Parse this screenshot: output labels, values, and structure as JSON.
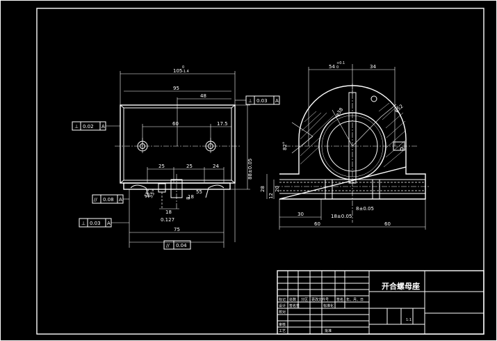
{
  "title_block": {
    "part_name": "开合螺母座",
    "scale": "1:1",
    "headers": [
      "标记",
      "处数",
      "分区",
      "更改文件号",
      "签名",
      "年、月、日"
    ],
    "row_design": [
      "设计",
      "标准化"
    ],
    "row_check": "校对",
    "row_review": "审核",
    "row_process": "工艺",
    "row_approve": "批准",
    "designer_sig": "签名签"
  },
  "front_view": {
    "dims": {
      "overall_width": "105",
      "overall_tol_upper": "0",
      "overall_tol_lower": "-1.4",
      "width_95": "95",
      "dim_48": "48",
      "dim_60": "60",
      "dim_17_5": "17.5",
      "dim_25a": "25",
      "dim_25b": "25",
      "dim_24": "24",
      "height_88": "88±0.05",
      "dim_18": "18",
      "dim_18b": "18",
      "dim_8": "8",
      "dim_75": "75",
      "bore_tol": "0.127",
      "angle_45": "45°",
      "angle_55": "55°",
      "dim_55": "55"
    },
    "fcf": [
      {
        "symbol": "⊥",
        "value": "0.03",
        "datum": "A"
      },
      {
        "symbol": "⊥",
        "value": "0.02",
        "datum": "A"
      },
      {
        "symbol": "//",
        "value": "0.08",
        "datum": "A"
      },
      {
        "symbol": "⊥",
        "value": "0.03",
        "datum": "A"
      },
      {
        "symbol": "//",
        "value": "0.04",
        "datum": ""
      }
    ]
  },
  "side_view": {
    "dims": {
      "top_left": "54",
      "top_left_tol": "+0.1",
      "top_left_tol2": "0",
      "top_right": "34",
      "dia_52": "φ52",
      "dia_38": "φ38",
      "angle_82": "82°",
      "dim_30": "30",
      "dim_60a": "60",
      "dim_60b": "60",
      "dim_18_05": "18±0.05",
      "dim_8_005": "8±0.05",
      "dim_28": "28",
      "dim_12": "12",
      "dim_20": "20"
    }
  }
}
